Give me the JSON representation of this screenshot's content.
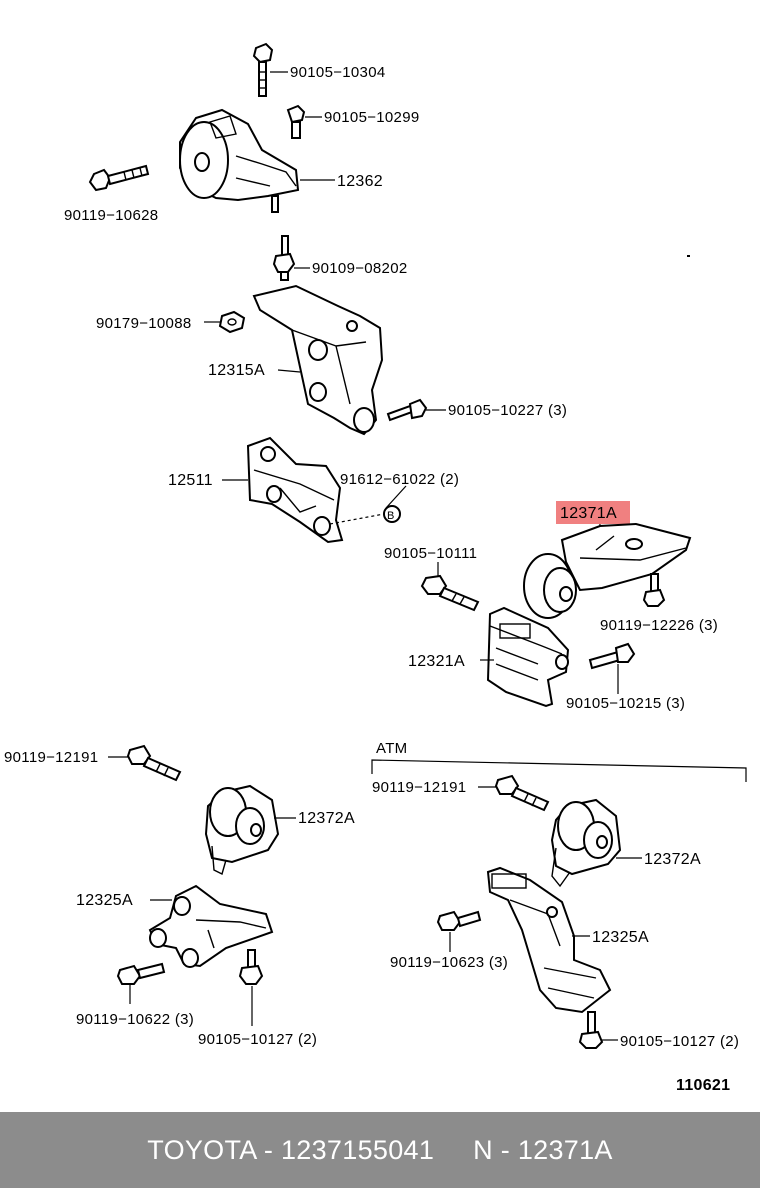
{
  "labels": {
    "p90105_10304": "90105−10304",
    "p90105_10299": "90105−10299",
    "p12362": "12362",
    "p90119_10628": "90119−10628",
    "p90109_08202": "90109−08202",
    "p90179_10088": "90179−10088",
    "p12315A": "12315A",
    "p90105_10227": "90105−10227 (3)",
    "p12511": "12511",
    "p91612_61022": "91612−61022 (2)",
    "marker_b": "B",
    "p12371A": "12371A",
    "p90105_10111": "90105−10111",
    "p90119_12226": "90119−12226 (3)",
    "p12321A": "12321A",
    "p90105_10215": "90105−10215 (3)",
    "atm": "ATM",
    "left_90119_12191": "90119−12191",
    "left_12372A": "12372A",
    "left_12325A": "12325A",
    "p90119_10622": "90119−10622 (3)",
    "left_90105_10127": "90105−10127 (2)",
    "right_90119_12191": "90119−12191",
    "right_12372A": "12372A",
    "right_12325A": "12325A",
    "p90119_10623": "90119−10623 (3)",
    "right_90105_10127": "90105−10127 (2)",
    "diagram_id": "110621"
  },
  "highlight_color": "#f08080",
  "footer": {
    "text": "TOYOTA - 1237155041     N - 12371A",
    "background": "#8c8c8c"
  }
}
